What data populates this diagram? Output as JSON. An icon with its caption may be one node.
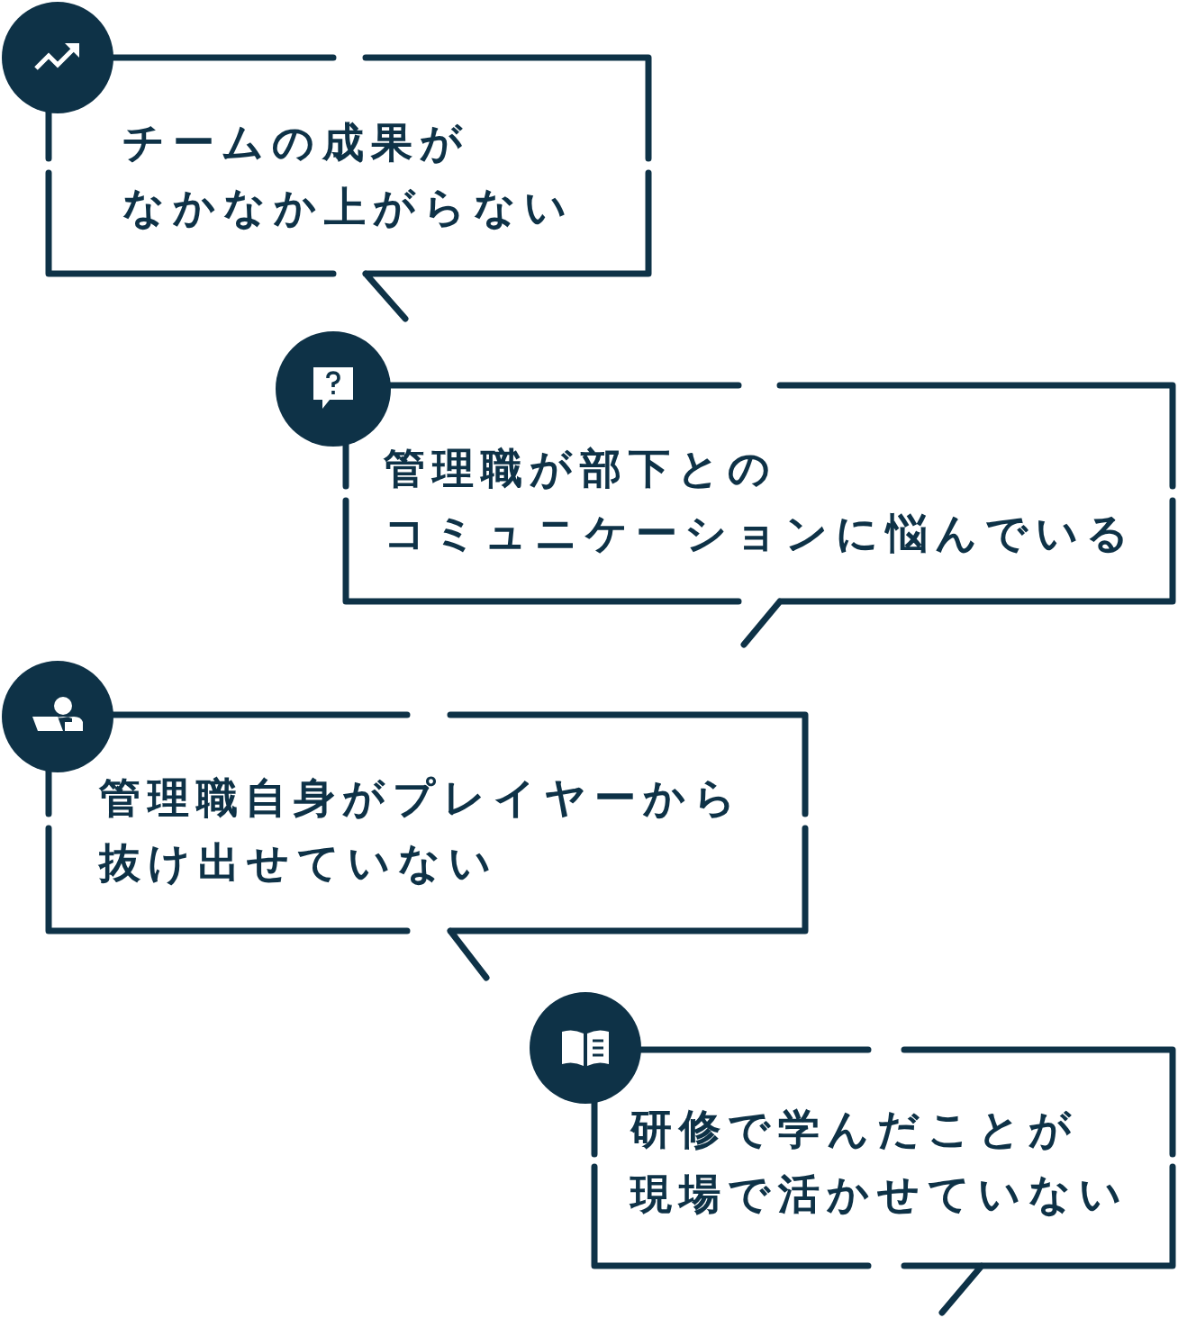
{
  "diagram": {
    "nodes": [
      {
        "text": [
          "チームの成果がなかなか上がらない"
        ]
      },
      {
        "text": [
          "管理職が部下とのコミュニケーションに悩んでいる"
        ]
      },
      {
        "text": [
          "管理職自身がプレイヤーから抜け出せていない"
        ]
      },
      {
        "text": [
          "研修で学んだことが現場で活かせていない"
        ]
      }
    ]
  }
}
